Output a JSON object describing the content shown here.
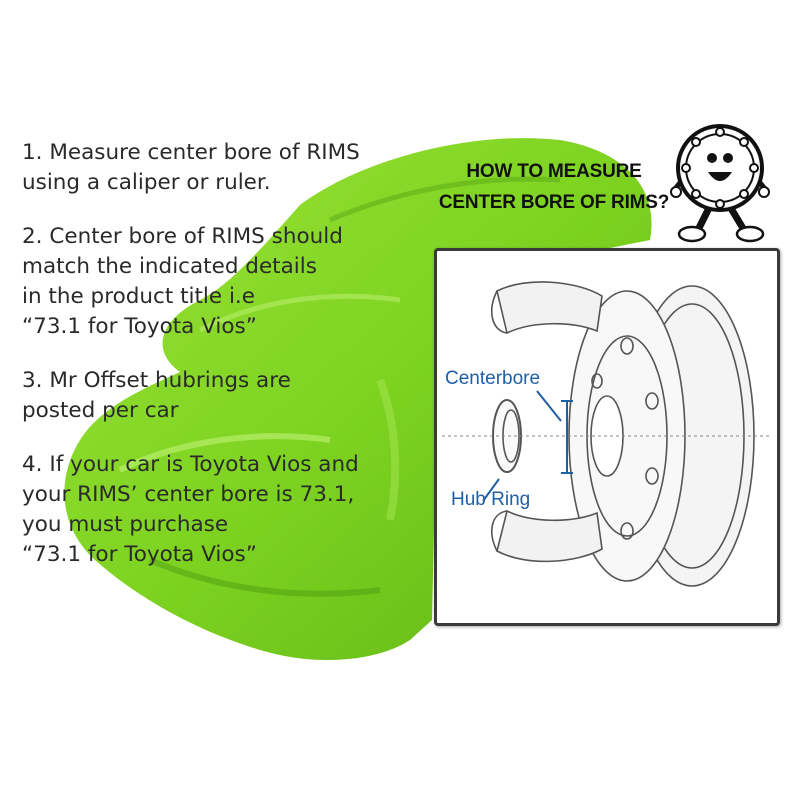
{
  "steps": [
    "1. Measure center bore of RIMS\nusing a caliper or ruler.",
    "2. Center bore of RIMS should\nmatch the indicated details\nin the product title i.e\n “73.1 for Toyota Vios”",
    "3. Mr Offset hubrings are\nposted per car",
    "4. If your car is Toyota Vios and\nyour RIMS’ center bore is 73.1,\nyou must purchase\n “73.1 for Toyota Vios”"
  ],
  "heading": {
    "line1": "HOW TO MEASURE",
    "line2": "CENTER BORE OF RIMS?"
  },
  "diagram": {
    "centerbore_label": "Centerbore",
    "hubring_label": "Hub Ring"
  },
  "colors": {
    "paint": "#7ed321",
    "label_blue": "#1f5fa6",
    "text": "#2a2a2a"
  },
  "icons": {
    "mascot": "wheel-mascot-icon"
  }
}
